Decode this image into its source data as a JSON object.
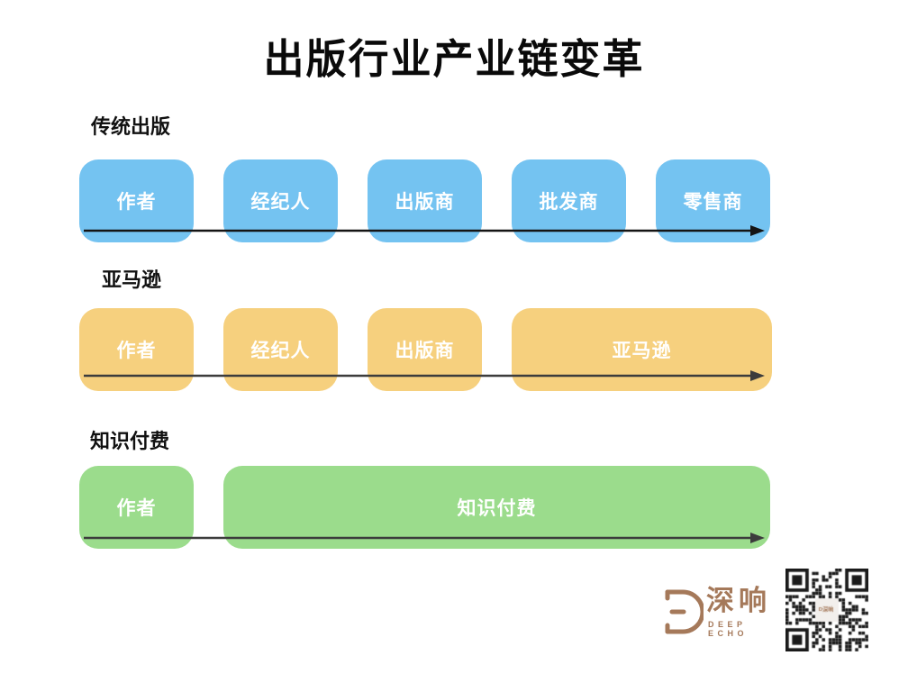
{
  "title": "出版行业产业链变革",
  "colors": {
    "blue": "#74C3F1",
    "yellow": "#F6D07E",
    "green": "#9BDC8C",
    "brand_brown": "#A5795A"
  },
  "rows": [
    {
      "label": "传统出版",
      "color": "#74C3F1",
      "arrow_color": "#141414",
      "boxes": [
        {
          "label": "作者"
        },
        {
          "label": "经纪人"
        },
        {
          "label": "出版商"
        },
        {
          "label": "批发商"
        },
        {
          "label": "零售商"
        }
      ]
    },
    {
      "label": "亚马逊",
      "color": "#F6D07E",
      "arrow_color": "#3c3c3c",
      "boxes": [
        {
          "label": "作者"
        },
        {
          "label": "经纪人"
        },
        {
          "label": "出版商"
        },
        {
          "label": "亚马逊"
        }
      ]
    },
    {
      "label": "知识付费",
      "color": "#9BDC8C",
      "arrow_color": "#3c3c3c",
      "boxes": [
        {
          "label": "作者"
        },
        {
          "label": "知识付费"
        }
      ]
    }
  ],
  "footer": {
    "logo_text": "深响",
    "logo_subtext": "DEEP ECHO",
    "qr_icon": "wechat-qr-code"
  }
}
